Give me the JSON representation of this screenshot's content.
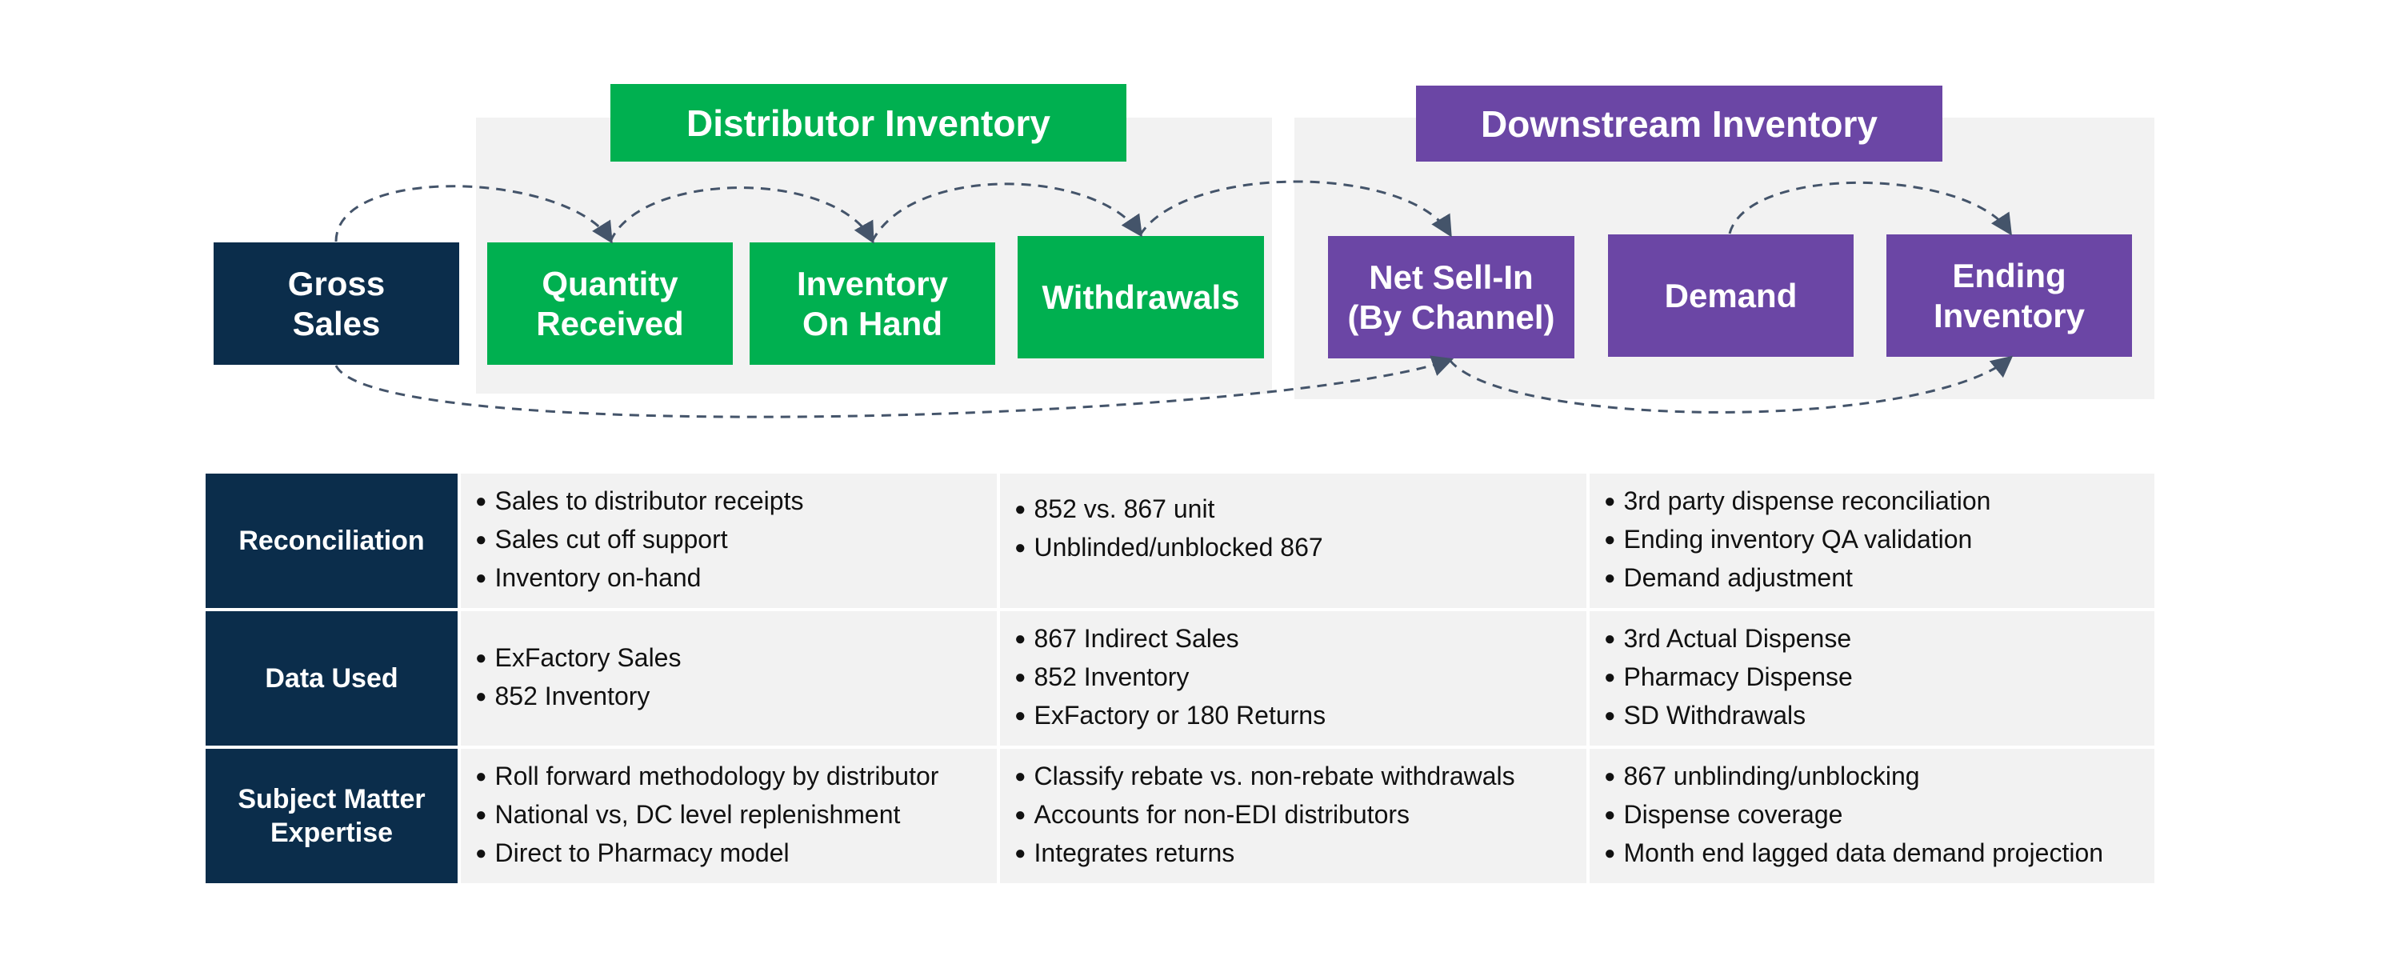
{
  "headers": {
    "distributor": "Distributor Inventory",
    "downstream": "Downstream Inventory"
  },
  "nodes": {
    "gross_sales": "Gross\nSales",
    "quantity_received": "Quantity\nReceived",
    "inventory_on_hand": "Inventory\nOn Hand",
    "withdrawals": "Withdrawals",
    "net_sell_in": "Net Sell-In\n(By Channel)",
    "demand": "Demand",
    "ending_inventory": "Ending\nInventory"
  },
  "colors": {
    "green": "#00b050",
    "purple": "#6b46a5",
    "navy": "#0b2d4b",
    "panel": "#f2f2f2",
    "arrow": "#44546a"
  },
  "table": {
    "rows": [
      {
        "label": "Reconciliation",
        "cols": [
          [
            "Sales to distributor receipts",
            "Sales cut off support",
            "Inventory on-hand"
          ],
          [
            "852 vs. 867 unit",
            "Unblinded/unblocked 867"
          ],
          [
            "3rd party dispense reconciliation",
            "Ending inventory QA validation",
            "Demand adjustment"
          ]
        ]
      },
      {
        "label": "Data Used",
        "cols": [
          [
            "ExFactory Sales",
            "852 Inventory"
          ],
          [
            "867 Indirect Sales",
            "852 Inventory",
            "ExFactory or 180 Returns"
          ],
          [
            "3rd Actual Dispense",
            "Pharmacy Dispense",
            "SD Withdrawals"
          ]
        ]
      },
      {
        "label": "Subject Matter\nExpertise",
        "cols": [
          [
            "Roll forward methodology by distributor",
            "National vs, DC level replenishment",
            "Direct to Pharmacy model"
          ],
          [
            "Classify rebate vs. non-rebate withdrawals",
            "Accounts for non-EDI distributors",
            "Integrates returns"
          ],
          [
            "867 unblinding/unblocking",
            "Dispense coverage",
            "Month end lagged data demand projection"
          ]
        ]
      }
    ]
  }
}
